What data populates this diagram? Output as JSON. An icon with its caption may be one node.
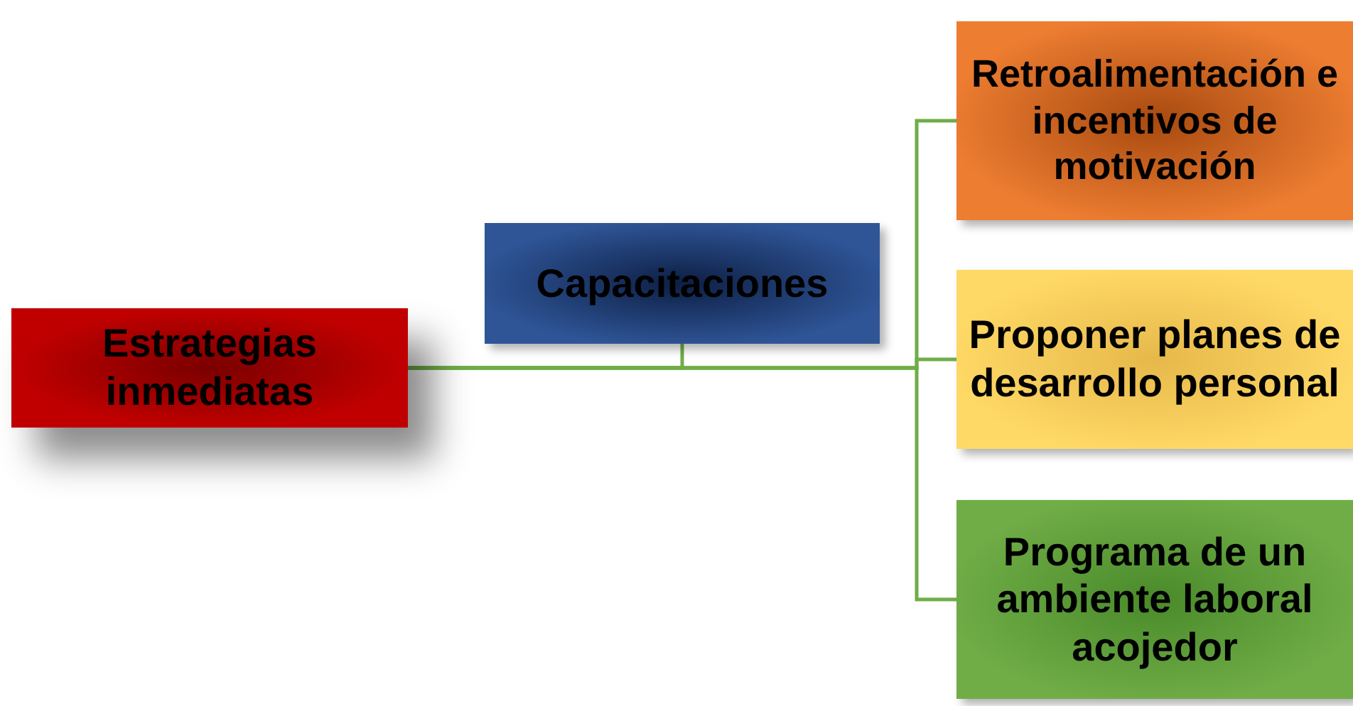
{
  "diagram": {
    "nodes": [
      {
        "text": [
          "Estrategias inmediatas"
        ]
      },
      {
        "text": [
          "Capacitaciones"
        ]
      },
      {
        "text": [
          "Retroalimentación e incentivos de motivación"
        ]
      },
      {
        "text": [
          "Proponer planes de desarrollo personal"
        ]
      },
      {
        "text": [
          "Programa de un ambiente laboral acojedor"
        ]
      }
    ],
    "edges": [
      {
        "from": 0,
        "to": 1,
        "arrow": "none"
      },
      {
        "from": 0,
        "to": 2,
        "arrow": "none"
      },
      {
        "from": 0,
        "to": 3,
        "arrow": "none"
      },
      {
        "from": 0,
        "to": 4,
        "arrow": "none"
      }
    ]
  }
}
